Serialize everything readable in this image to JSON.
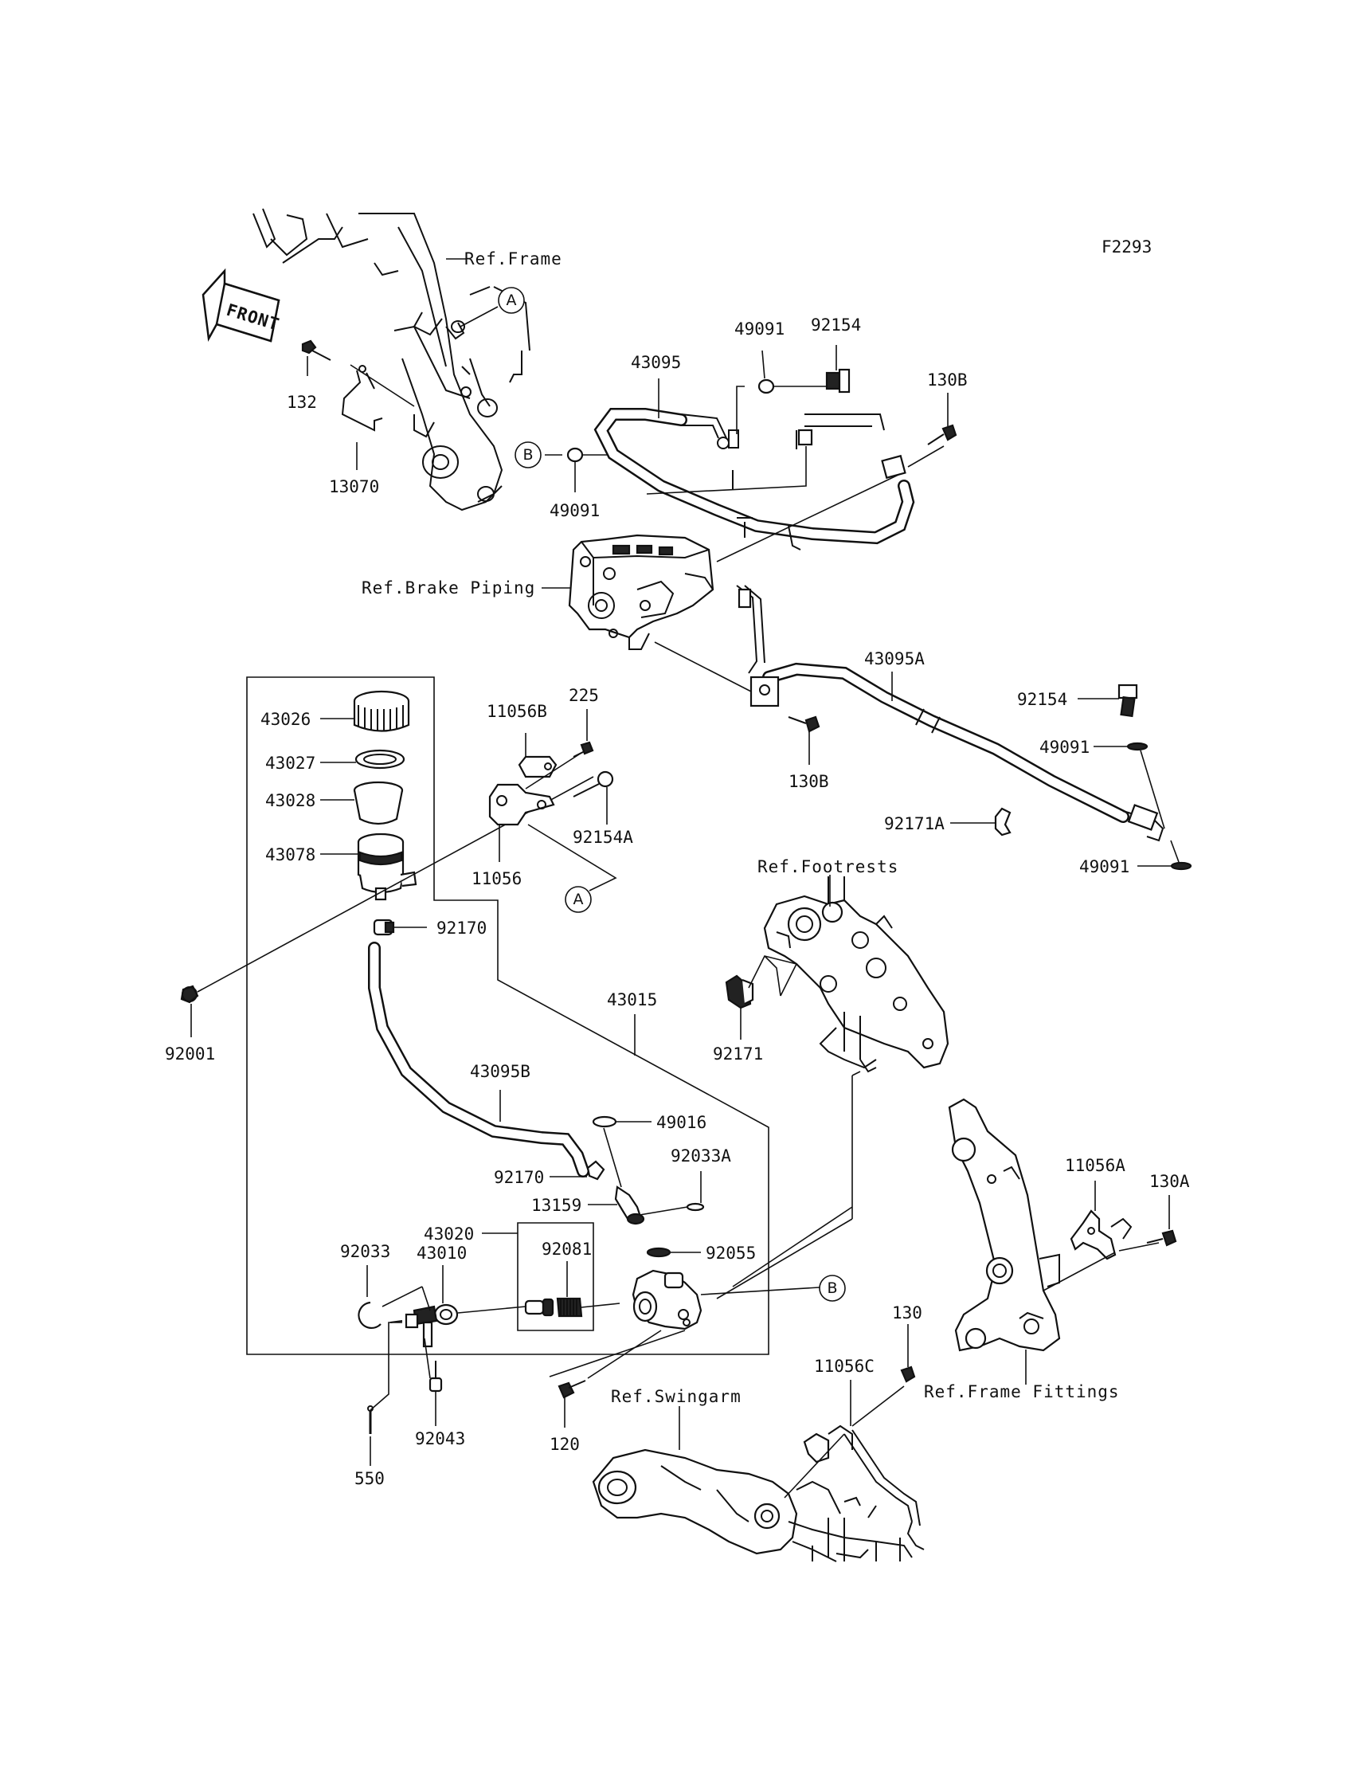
{
  "diagram_code": "F2293",
  "front_label": "FRONT",
  "callouts": {
    "a": "A",
    "b": "B"
  },
  "refs": {
    "frame": "Ref.Frame",
    "brake_piping": "Ref.Brake Piping",
    "footrests": "Ref.Footrests",
    "swingarm": "Ref.Swingarm",
    "frame_fittings": "Ref.Frame Fittings"
  },
  "parts": {
    "p132": "132",
    "p13070": "13070",
    "p43095": "43095",
    "p49091_top": "49091",
    "p92154_top": "92154",
    "p130B_top": "130B",
    "p49091_mid": "49091",
    "p43095A": "43095A",
    "p92154_right": "92154",
    "p49091_right1": "49091",
    "p49091_right2": "49091",
    "p130B_mid": "130B",
    "p92171A": "92171A",
    "p225": "225",
    "p11056B": "11056B",
    "p92154A": "92154A",
    "p11056": "11056",
    "p43026": "43026",
    "p43027": "43027",
    "p43028": "43028",
    "p43078": "43078",
    "p92170_top": "92170",
    "p92001": "92001",
    "p43015": "43015",
    "p43095B": "43095B",
    "p92171": "92171",
    "p49016": "49016",
    "p92033A": "92033A",
    "p92170_mid": "92170",
    "p13159": "13159",
    "p43020": "43020",
    "p92081": "92081",
    "p92055": "92055",
    "p92033": "92033",
    "p43010": "43010",
    "p11056A": "11056A",
    "p130A": "130A",
    "p130": "130",
    "p11056C": "11056C",
    "p92043": "92043",
    "p120": "120",
    "p550": "550"
  }
}
